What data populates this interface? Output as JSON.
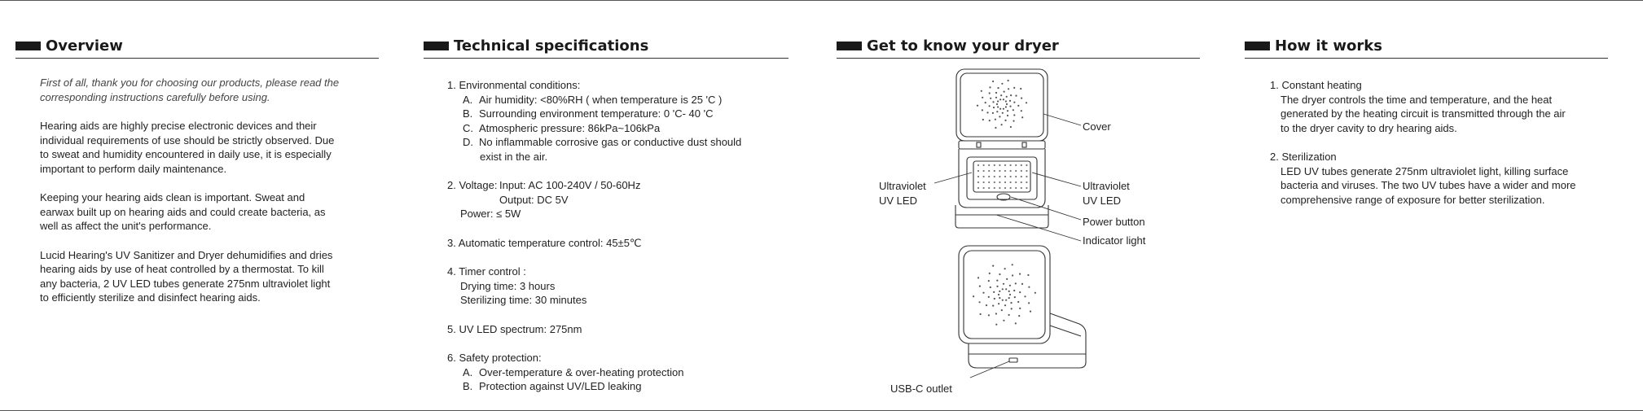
{
  "overview": {
    "title": "Overview",
    "intro_lines": [
      "First of all, thank you for choosing our products, please read the",
      "corresponding instructions carefully before using."
    ],
    "paragraphs": [
      [
        "Hearing aids are highly precise electronic devices and their",
        "individual requirements of use should be strictly observed. Due",
        "to sweat and humidity encountered in daily use, it is especially",
        "important to perform daily maintenance."
      ],
      [
        "Keeping your hearing aids clean is important. Sweat and",
        "earwax built up on hearing aids and could create bacteria, as",
        "well as affect the unit's performance."
      ],
      [
        "Lucid Hearing's UV Sanitizer and Dryer dehumidifies and dries",
        "hearing aids by use of heat controlled by a thermostat. To kill",
        "any bacteria, 2 UV LED tubes generate 275nm ultraviolet light",
        "to efficiently sterilize and disinfect hearing aids."
      ]
    ]
  },
  "specs": {
    "title": "Technical specifications",
    "env_title": "1. Environmental conditions:",
    "env_items": [
      {
        "k": "A.",
        "v": "Air humidity: <80%RH ( when temperature is 25 'C )"
      },
      {
        "k": "B.",
        "v": "Surrounding environment temperature: 0 'C- 40 'C"
      },
      {
        "k": "C.",
        "v": "Atmospheric pressure: 86kPa~106kPa"
      },
      {
        "k": "D.",
        "v": "No inflammable corrosive gas or conductive dust should"
      }
    ],
    "env_cont": "exist in the air.",
    "voltage_label": "2. Voltage:",
    "voltage_input": "Input: AC 100-240V / 50-60Hz",
    "voltage_output": "Output: DC 5V",
    "power": "Power: ≤ 5W",
    "temp_control": "3. Automatic temperature control: 45±5℃",
    "timer_title": "4. Timer control :",
    "timer_drying": "Drying time: 3 hours",
    "timer_steril": "Sterilizing time: 30 minutes",
    "uv_spectrum": "5. UV LED spectrum: 275nm",
    "safety_title": "6. Safety protection:",
    "safety_items": [
      {
        "k": "A.",
        "v": "Over-temperature & over-heating protection"
      },
      {
        "k": "B.",
        "v": "Protection against UV/LED leaking"
      }
    ]
  },
  "dryer": {
    "title": "Get to know your dryer",
    "labels": {
      "cover": "Cover",
      "uv_left_1": "Ultraviolet",
      "uv_left_2": "UV LED",
      "uv_right_1": "Ultraviolet",
      "uv_right_2": "UV LED",
      "power_button": "Power button",
      "indicator": "Indicator light",
      "usbc": "USB-C outlet"
    }
  },
  "how": {
    "title": "How it works",
    "s1_title": "1. Constant heating",
    "s1_lines": [
      "The dryer controls the time and temperature, and the heat",
      "generated by the heating circuit is transmitted through the air",
      "to the dryer cavity to dry hearing aids."
    ],
    "s2_title": "2. Sterilization",
    "s2_lines": [
      "LED UV tubes generate 275nm ultraviolet light, killing surface",
      "bacteria and viruses. The two UV tubes have a wider and more",
      "comprehensive range of exposure for better sterilization."
    ]
  }
}
